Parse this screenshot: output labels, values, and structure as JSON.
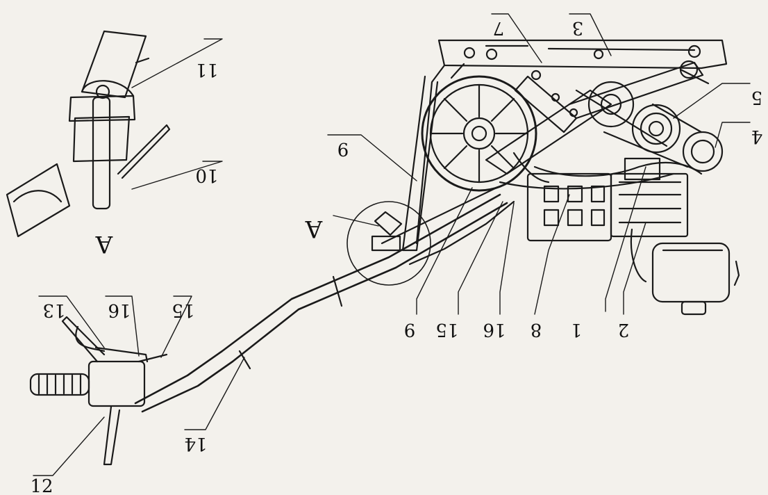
{
  "figure": {
    "callouts": [
      {
        "id": "c1",
        "text": "1"
      },
      {
        "id": "c2",
        "text": "2"
      },
      {
        "id": "c3",
        "text": "3"
      },
      {
        "id": "c4",
        "text": "4"
      },
      {
        "id": "c5",
        "text": "5"
      },
      {
        "id": "c7",
        "text": "7"
      },
      {
        "id": "c8",
        "text": "8"
      },
      {
        "id": "c9a",
        "text": "9"
      },
      {
        "id": "c9b",
        "text": "9"
      },
      {
        "id": "c10",
        "text": "10"
      },
      {
        "id": "c11",
        "text": "11"
      },
      {
        "id": "c12",
        "text": "12"
      },
      {
        "id": "c13",
        "text": "13"
      },
      {
        "id": "c14",
        "text": "14"
      },
      {
        "id": "c15a",
        "text": "15"
      },
      {
        "id": "c15b",
        "text": "15"
      },
      {
        "id": "c16a",
        "text": "16"
      },
      {
        "id": "c16b",
        "text": "16"
      }
    ],
    "section_labels": {
      "main_view": "A",
      "detail_view": "A"
    }
  }
}
